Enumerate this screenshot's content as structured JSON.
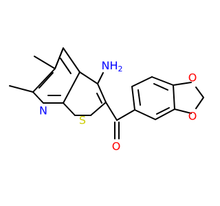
{
  "molecule": {
    "labels": {
      "amine": "NH",
      "amine_sub": "2",
      "pyridine_n": "N",
      "thiophene_s": "S",
      "ketone_o": "O",
      "dioxole_o_top": "O",
      "dioxole_o_bottom": "O"
    },
    "colors": {
      "carbon": "#000000",
      "nitrogen": "#0000ff",
      "oxygen": "#ff0000",
      "sulfur": "#cccc00",
      "background": "#ffffff"
    }
  }
}
